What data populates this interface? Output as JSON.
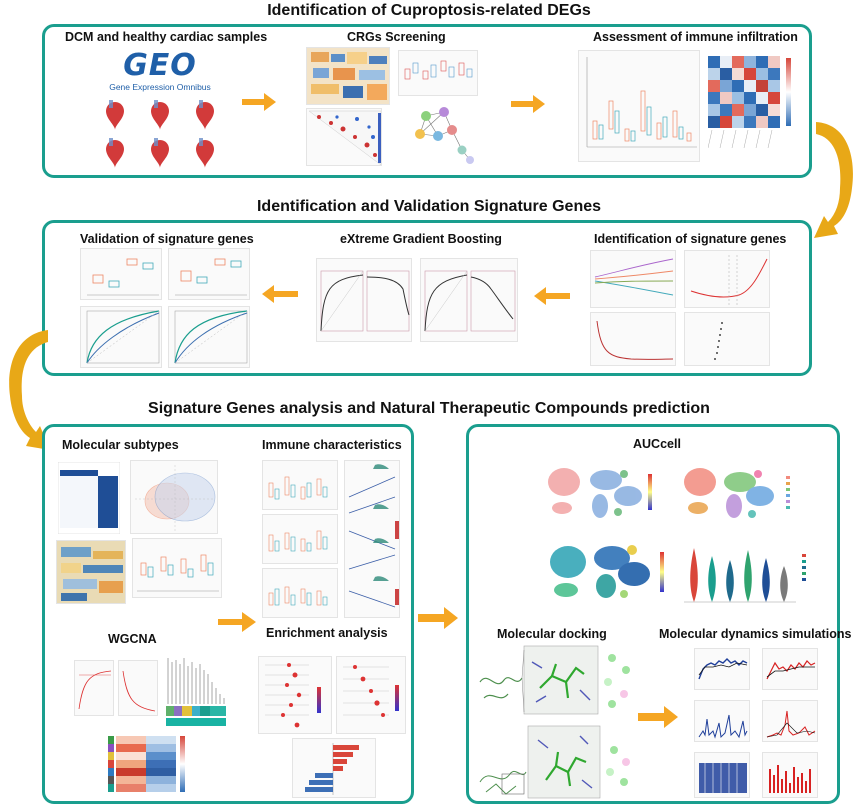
{
  "titles": {
    "section1": "Identification of Cuproptosis-related DEGs",
    "section2": "Identification and Validation Signature Genes",
    "section3": "Signature Genes analysis and Natural Therapeutic Compounds prediction"
  },
  "row1": {
    "dcm": "DCM and healthy cardiac samples",
    "geo_logo": "GEO",
    "geo_sub": "Gene Expression Omnibus",
    "crgs": "CRGs Screening",
    "immune": "Assessment of immune infiltration"
  },
  "row2": {
    "validation": "Validation of signature genes",
    "xgb": "eXtreme Gradient Boosting",
    "identification": "Identification of signature genes"
  },
  "row3_left": {
    "subtypes": "Molecular subtypes",
    "immune_char": "Immune characteristics",
    "wgcna": "WGCNA",
    "enrichment": "Enrichment analysis"
  },
  "row3_right": {
    "auccell": "AUCcell",
    "docking": "Molecular docking",
    "dynamics": "Molecular dynamics simulations"
  },
  "colors": {
    "panel_border": "#1a9e8e",
    "arrow": "#f5a623",
    "curve_arrow": "#e8a817",
    "geo_blue": "#1f5fa8",
    "heart_red": "#d23a3a"
  }
}
